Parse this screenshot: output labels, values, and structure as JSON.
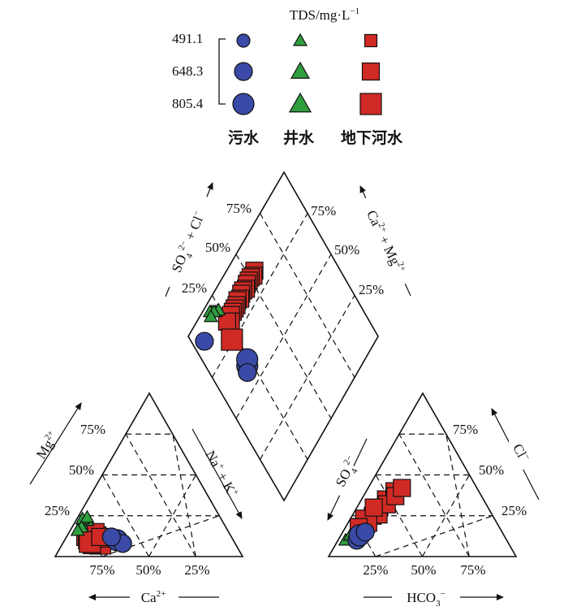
{
  "chart_data": {
    "type": "scatter",
    "subtype": "piper-trilinear",
    "legend": {
      "title": "TDS/mg·L",
      "title_sup": "−1",
      "sizes": [
        "491.1",
        "648.3",
        "805.4"
      ],
      "series_labels": [
        "污水",
        "井水",
        "地下河水"
      ]
    },
    "tick_labels": {
      "triangle_left_vertical": [
        "75%",
        "50%",
        "25%"
      ],
      "triangle_left_bottom": [
        "75%",
        "50%",
        "25%"
      ],
      "triangle_right_vertical": [
        "75%",
        "50%",
        "25%"
      ],
      "triangle_right_bottom": [
        "25%",
        "50%",
        "75%"
      ],
      "diamond_left": [
        "75%",
        "50%",
        "25%"
      ],
      "diamond_right": [
        "75%",
        "50%",
        "25%"
      ]
    },
    "axis_labels": {
      "mg": {
        "base": "Mg",
        "sup": "2+"
      },
      "nak": {
        "t1": "Na",
        "s1": "+",
        "t2": " + K",
        "s2": "+"
      },
      "ca": {
        "base": "Ca",
        "sup": "2+"
      },
      "so4_right": {
        "base": "SO",
        "sub": "4",
        "sup": "2−"
      },
      "cl_right": {
        "base": "Cl",
        "sup": "−"
      },
      "hco3": {
        "base": "HCO",
        "sub": "3",
        "sup": "−"
      },
      "so4cl": {
        "t1": "SO",
        "sub1": "4",
        "sup1": "2−",
        "t2": " + Cl",
        "sup2": "−"
      },
      "camg": {
        "t1": "Ca",
        "sup1": "2+",
        "t2": " + Mg",
        "sup2": "2+"
      }
    },
    "colors": {
      "sewage": "#3a4aa6",
      "well": "#2f9e3f",
      "river": "#d02a25",
      "stroke": "#111111"
    },
    "series": [
      {
        "name": "污水",
        "marker": "circle",
        "cation": [
          {
            "mg": 10,
            "nak": 28,
            "size": 3
          },
          {
            "mg": 8,
            "nak": 32,
            "size": 2
          },
          {
            "mg": 12,
            "nak": 24,
            "size": 2
          }
        ],
        "anion": [
          {
            "so4": 10,
            "cl": 10,
            "size": 2
          },
          {
            "so4": 13,
            "cl": 10,
            "size": 3
          },
          {
            "so4": 15,
            "cl": 12,
            "size": 2
          }
        ],
        "diamond": [
          {
            "so4cl": 22,
            "camg": 60,
            "size": 3
          },
          {
            "so4cl": 24,
            "camg": 62,
            "size": 3
          },
          {
            "so4cl": 20,
            "camg": 58,
            "size": 2
          },
          {
            "so4cl": 7,
            "camg": 90,
            "size": 2
          }
        ]
      },
      {
        "name": "井水",
        "marker": "triangle",
        "cation": [
          {
            "mg": 22,
            "nak": 6,
            "size": 1
          },
          {
            "mg": 20,
            "nak": 4,
            "size": 1
          },
          {
            "mg": 23,
            "nak": 3,
            "size": 1
          },
          {
            "mg": 18,
            "nak": 5,
            "size": 1
          },
          {
            "mg": 24,
            "nak": 5,
            "size": 1
          },
          {
            "mg": 16,
            "nak": 4,
            "size": 1
          }
        ],
        "anion": [
          {
            "so4": 11,
            "cl": 5,
            "size": 1
          },
          {
            "so4": 12,
            "cl": 6,
            "size": 1
          },
          {
            "so4": 10,
            "cl": 4,
            "size": 1
          },
          {
            "so4": 13,
            "cl": 5,
            "size": 1
          }
        ],
        "diamond": [
          {
            "so4cl": 20,
            "camg": 95,
            "size": 1
          },
          {
            "so4cl": 22,
            "camg": 93,
            "size": 1
          },
          {
            "so4cl": 19,
            "camg": 96,
            "size": 1
          },
          {
            "so4cl": 24,
            "camg": 92,
            "size": 1
          },
          {
            "so4cl": 21,
            "camg": 94,
            "size": 1
          },
          {
            "so4cl": 18,
            "camg": 94,
            "size": 1
          }
        ]
      },
      {
        "name": "地下河水",
        "marker": "square",
        "cation": [
          {
            "mg": 12,
            "nak": 14,
            "size": 2
          },
          {
            "mg": 10,
            "nak": 18,
            "size": 2
          },
          {
            "mg": 14,
            "nak": 12,
            "size": 2
          },
          {
            "mg": 8,
            "nak": 20,
            "size": 3
          },
          {
            "mg": 12,
            "nak": 10,
            "size": 2
          },
          {
            "mg": 10,
            "nak": 12,
            "size": 2
          },
          {
            "mg": 13,
            "nak": 16,
            "size": 2
          },
          {
            "mg": 7,
            "nak": 16,
            "size": 2
          },
          {
            "mg": 11,
            "nak": 22,
            "size": 2
          },
          {
            "mg": 15,
            "nak": 14,
            "size": 2
          },
          {
            "mg": 9,
            "nak": 14,
            "size": 3
          },
          {
            "mg": 12,
            "nak": 18,
            "size": 2
          }
        ],
        "anion": [
          {
            "so4": 20,
            "cl": 10,
            "size": 2
          },
          {
            "so4": 25,
            "cl": 11,
            "size": 2
          },
          {
            "so4": 30,
            "cl": 12,
            "size": 2
          },
          {
            "so4": 35,
            "cl": 13,
            "size": 2
          },
          {
            "so4": 40,
            "cl": 15,
            "size": 2
          },
          {
            "so4": 27,
            "cl": 12,
            "size": 3
          },
          {
            "so4": 32,
            "cl": 15,
            "size": 2
          },
          {
            "so4": 37,
            "cl": 17,
            "size": 2
          },
          {
            "so4": 42,
            "cl": 18,
            "size": 2
          },
          {
            "so4": 22,
            "cl": 9,
            "size": 3
          },
          {
            "so4": 30,
            "cl": 9,
            "size": 2
          },
          {
            "so4": 18,
            "cl": 7,
            "size": 2
          }
        ],
        "diamond": [
          {
            "so4cl": 55,
            "camg": 85,
            "size": 2
          },
          {
            "so4cl": 53,
            "camg": 84,
            "size": 2
          },
          {
            "so4cl": 51,
            "camg": 85,
            "size": 2
          },
          {
            "so4cl": 49,
            "camg": 85,
            "size": 2
          },
          {
            "so4cl": 47,
            "camg": 85,
            "size": 2
          },
          {
            "so4cl": 45,
            "camg": 84,
            "size": 2
          },
          {
            "so4cl": 43,
            "camg": 85,
            "size": 2
          },
          {
            "so4cl": 41,
            "camg": 85,
            "size": 2
          },
          {
            "so4cl": 39,
            "camg": 84,
            "size": 2
          },
          {
            "so4cl": 37,
            "camg": 85,
            "size": 2
          },
          {
            "so4cl": 35,
            "camg": 84,
            "size": 2
          },
          {
            "so4cl": 33,
            "camg": 84,
            "size": 2
          },
          {
            "so4cl": 31,
            "camg": 84,
            "size": 2
          },
          {
            "so4cl": 29,
            "camg": 84,
            "size": 2
          },
          {
            "so4cl": 27,
            "camg": 82,
            "size": 2
          },
          {
            "so4cl": 25,
            "camg": 84,
            "size": 2
          },
          {
            "so4cl": 22,
            "camg": 76,
            "size": 3
          }
        ]
      }
    ]
  }
}
